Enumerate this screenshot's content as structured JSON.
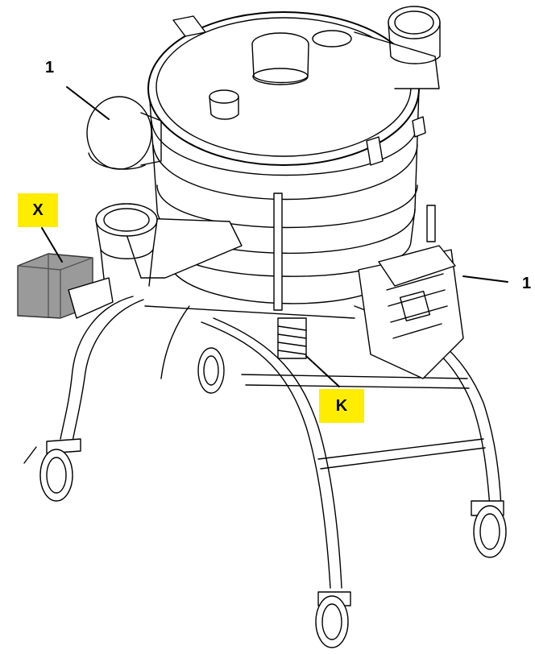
{
  "callouts": {
    "motor_left": "1",
    "motor_right": "1",
    "x_box": "X",
    "k_box": "K"
  },
  "colors": {
    "callout_fill": "#ffed00",
    "line": "#000000",
    "shade": "#9a9a9a"
  }
}
